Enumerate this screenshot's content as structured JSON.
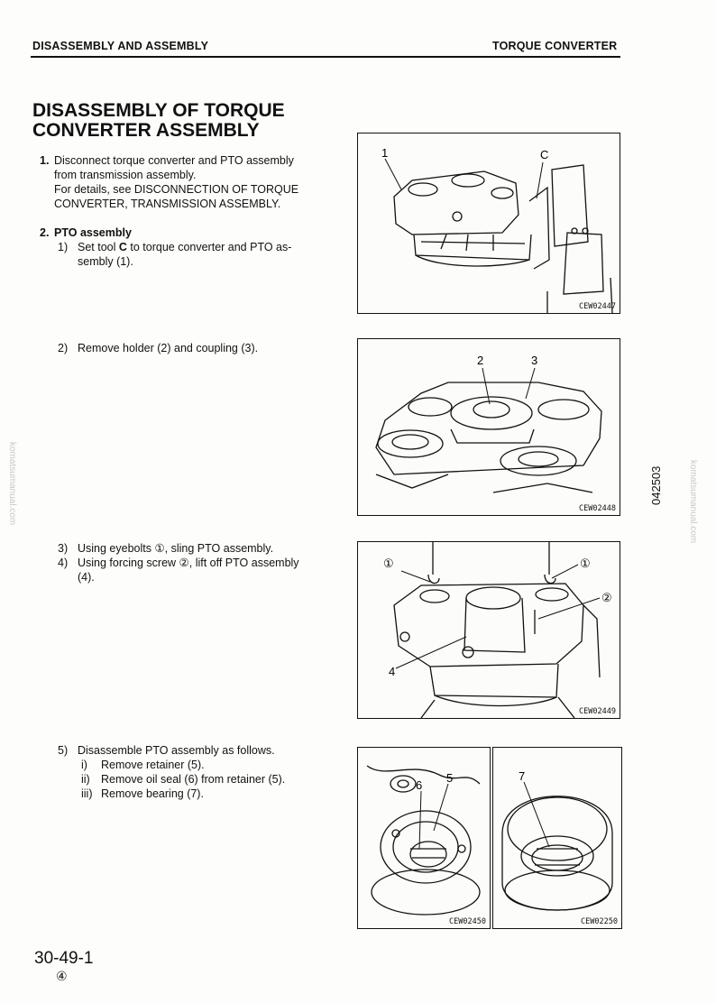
{
  "header": {
    "left": "DISASSEMBLY AND ASSEMBLY",
    "right": "TORQUE CONVERTER"
  },
  "title": "DISASSEMBLY OF TORQUE CONVERTER ASSEMBLY",
  "steps": {
    "s1_num": "1.",
    "s1_l1": "Disconnect torque converter and PTO assembly",
    "s1_l2": "from transmission assembly.",
    "s1_l3": "For details, see DISCONNECTION OF TORQUE",
    "s1_l4": "CONVERTER, TRANSMISSION ASSEMBLY.",
    "s2_num": "2.",
    "s2_title": "PTO assembly",
    "s2_1_num": "1)",
    "s2_1_l1a": "Set tool",
    "s2_1_l1b": "C",
    "s2_1_l1c": "to torque converter and PTO as-",
    "s2_1_l2": "sembly (1).",
    "s2_2_num": "2)",
    "s2_2": "Remove holder (2) and coupling (3).",
    "s2_3_num": "3)",
    "s2_3": "Using eyebolts ①, sling PTO assembly.",
    "s2_4_num": "4)",
    "s2_4_l1": "Using forcing screw ②, lift off PTO assembly",
    "s2_4_l2": "(4).",
    "s2_5_num": "5)",
    "s2_5": "Disassemble PTO assembly as follows.",
    "s2_5_i_num": "i)",
    "s2_5_i": "Remove retainer (5).",
    "s2_5_ii_num": "ii)",
    "s2_5_ii": "Remove oil seal (6) from retainer (5).",
    "s2_5_iii_num": "iii)",
    "s2_5_iii": "Remove bearing (7)."
  },
  "figures": {
    "f1": {
      "code": "CEW02447",
      "label_1": "1",
      "label_c": "C"
    },
    "f2": {
      "code": "CEW02448",
      "label_2": "2",
      "label_3": "3"
    },
    "f3": {
      "code": "CEW02449",
      "label_e1a": "①",
      "label_e1b": "①",
      "label_s2": "②",
      "label_4": "4"
    },
    "f4": {
      "code": "CEW02450",
      "label_6": "6",
      "label_5": "5"
    },
    "f5": {
      "code": "CEW02250",
      "label_7": "7"
    }
  },
  "side_code": "042503",
  "watermark_left": "komatsumanual.com",
  "watermark_right": "komatsumanual.com",
  "footer": {
    "page": "30-49-1",
    "revision": "④"
  }
}
